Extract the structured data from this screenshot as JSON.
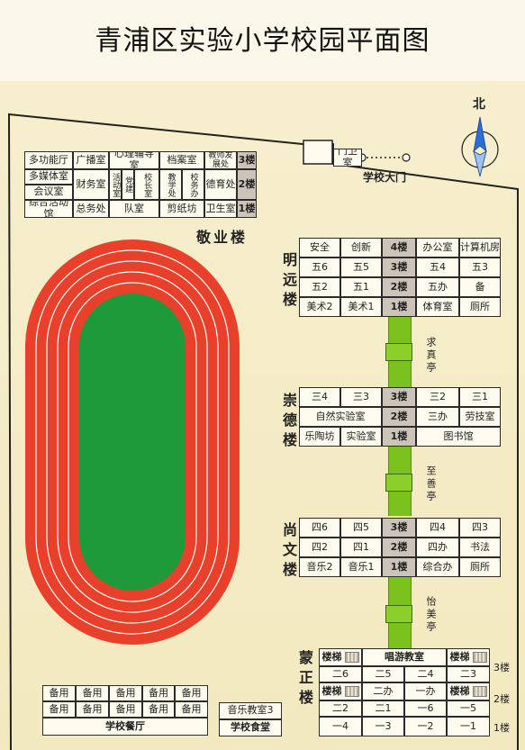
{
  "title": "青浦区实验小学校园平面图",
  "north": "北",
  "gate": {
    "guard": "门卫室",
    "main_gate": "学校大门"
  },
  "buildings": {
    "jingye": "敬业楼",
    "mingyuan": "明远楼",
    "chongde": "崇德楼",
    "shangwen": "尚文楼",
    "mengzheng": "蒙正楼"
  },
  "pavilions": {
    "qiuzhen": "求真亭",
    "zhishan": "至善亭",
    "yimei": "怡美亭"
  },
  "jingye_cells": {
    "r1": [
      "多功能厅",
      "广播室",
      "心理辅导室",
      "档案室",
      "教师发展处",
      "3楼"
    ],
    "r2a": [
      "多媒体室",
      "会议室"
    ],
    "caiwu": "财务室",
    "huodong": "活动室",
    "dangjian": "党建",
    "xiaozhang": "校长室",
    "jiaoxue": "教学处",
    "xiaowu": "校务办",
    "deyu": "德育处",
    "f2": "2楼",
    "r3": [
      "综合活动馆",
      "总务处",
      "队室",
      "剪纸坊",
      "卫生室",
      "1楼"
    ]
  },
  "mingyuan_cells": {
    "r4": [
      "安全",
      "创新",
      "4楼",
      "办公室",
      "计算机房"
    ],
    "r3": [
      "五6",
      "五5",
      "3楼",
      "五4",
      "五3"
    ],
    "r2": [
      "五2",
      "五1",
      "2楼",
      "五办",
      "备"
    ],
    "r1": [
      "美术2",
      "美术1",
      "1楼",
      "体育室",
      "厕所"
    ]
  },
  "chongde_cells": {
    "r3": [
      "三4",
      "三3",
      "3楼",
      "三2",
      "三1"
    ],
    "r2": [
      "自然实验室",
      "2楼",
      "三办",
      "劳技室"
    ],
    "r1": [
      "乐陶坊",
      "实验室",
      "1楼",
      "图书馆"
    ]
  },
  "shangwen_cells": {
    "r3": [
      "四6",
      "四5",
      "3楼",
      "四4",
      "四3"
    ],
    "r2": [
      "四2",
      "四1",
      "2楼",
      "四办",
      "书法"
    ],
    "r1": [
      "音乐2",
      "音乐1",
      "1楼",
      "综合办",
      "厕所"
    ]
  },
  "mengzheng_cells": {
    "r3a": [
      "楼梯",
      "唱游教室",
      "楼梯"
    ],
    "r3b": [
      "二6",
      "二5",
      "二4",
      "二3"
    ],
    "r2a": [
      "楼梯",
      "二办",
      "一办",
      "楼梯"
    ],
    "r2b": [
      "二2",
      "二1",
      "一6",
      "一5"
    ],
    "r1": [
      "一4",
      "一3",
      "一2",
      "一1"
    ],
    "floors": [
      "3楼",
      "2楼",
      "1楼"
    ]
  },
  "canteen": {
    "spare": "备用",
    "dining_hall": "学校餐厅",
    "music3": "音乐教室3",
    "cafeteria": "学校食堂"
  }
}
